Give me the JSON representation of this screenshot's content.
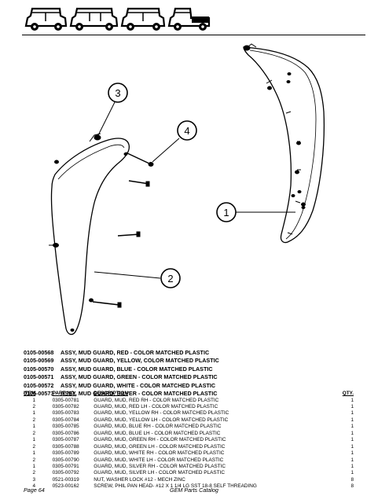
{
  "header": {
    "vehicle_icons": [
      "two-seat-vehicle-icon",
      "four-seat-vehicle-icon",
      "six-seat-vehicle-icon",
      "utility-vehicle-icon"
    ]
  },
  "drawing": {
    "callouts": [
      "1",
      "2",
      "3",
      "4"
    ]
  },
  "assemblies": [
    {
      "part_no": "0105-00568",
      "description": "ASSY, MUD GUARD, RED - COLOR MATCHED PLASTIC"
    },
    {
      "part_no": "0105-00569",
      "description": "ASSY, MUD GUARD, YELLOW, COLOR MATCHED PLASTIC"
    },
    {
      "part_no": "0105-00570",
      "description": "ASSY, MUD GUARD, BLUE - COLOR MATCHED PLASTIC"
    },
    {
      "part_no": "0105-00571",
      "description": "ASSY, MUD GUARD, GREEN - COLOR MATCHED PLASTIC"
    },
    {
      "part_no": "0105-00572",
      "description": "ASSY, MUD GUARD, WHITE - COLOR MATCHED PLASTIC"
    },
    {
      "part_no": "0105-00573",
      "description": "ASSY, MUD GUARD, SILVER - COLOR MATCHED PLASTIC"
    }
  ],
  "parts_table": {
    "headers": {
      "item": "ITEM",
      "part_no": "PART NO.",
      "description": "DESCRIPTION",
      "qty": "QTY."
    },
    "rows": [
      {
        "item": "1",
        "part_no": "0305-00781",
        "description": "GUARD, MUD, RED RH - COLOR MATCHED PLASTIC",
        "qty": "1"
      },
      {
        "item": "2",
        "part_no": "0305-00782",
        "description": "GUARD, MUD, RED LH - COLOR MATCHED PLASTIC",
        "qty": "1"
      },
      {
        "item": "1",
        "part_no": "0305-00783",
        "description": "GUARD, MUD, YELLOW RH - COLOR MATCHED PLASTIC",
        "qty": "1"
      },
      {
        "item": "2",
        "part_no": "0305-00784",
        "description": "GUARD, MUD, YELLOW LH - COLOR MATCHED PLASTIC",
        "qty": "1"
      },
      {
        "item": "1",
        "part_no": "0305-00785",
        "description": "GUARD, MUD, BLUE RH - COLOR MATCHED PLASTIC",
        "qty": "1"
      },
      {
        "item": "2",
        "part_no": "0305-00786",
        "description": "GUARD, MUD, BLUE LH - COLOR MATCHED PLASTIC",
        "qty": "1"
      },
      {
        "item": "1",
        "part_no": "0305-00787",
        "description": "GUARD, MUD, GREEN RH - COLOR MATCHED PLASTIC",
        "qty": "1"
      },
      {
        "item": "2",
        "part_no": "0305-00788",
        "description": "GUARD, MUD, GREEN LH - COLOR MATCHED PLASTIC",
        "qty": "1"
      },
      {
        "item": "1",
        "part_no": "0305-00789",
        "description": "GUARD, MUD, WHITE RH - COLOR MATCHED PLASTIC",
        "qty": "1"
      },
      {
        "item": "2",
        "part_no": "0305-00790",
        "description": "GUARD, MUD, WHITE LH - COLOR MATCHED PLASTIC",
        "qty": "1"
      },
      {
        "item": "1",
        "part_no": "0305-00791",
        "description": "GUARD, MUD, SILVER RH - COLOR MATCHED PLASTIC",
        "qty": "1"
      },
      {
        "item": "2",
        "part_no": "0305-00792",
        "description": "GUARD, MUD, SILVER LH - COLOR MATCHED PLASTIC",
        "qty": "1"
      },
      {
        "item": "3",
        "part_no": "0521-00319",
        "description": "NUT, WASHER LOCK #12 - MECH ZINC",
        "qty": "8"
      },
      {
        "item": "4",
        "part_no": "0523-00162",
        "description": "SCREW, PHIL PAN HEAD- #12 X 1 1/4 LG SST 18-8 SELF THREADING",
        "qty": "8"
      }
    ]
  },
  "footer": {
    "page_label": "Page  64",
    "catalog_title": "GEM Parts Catalog"
  }
}
